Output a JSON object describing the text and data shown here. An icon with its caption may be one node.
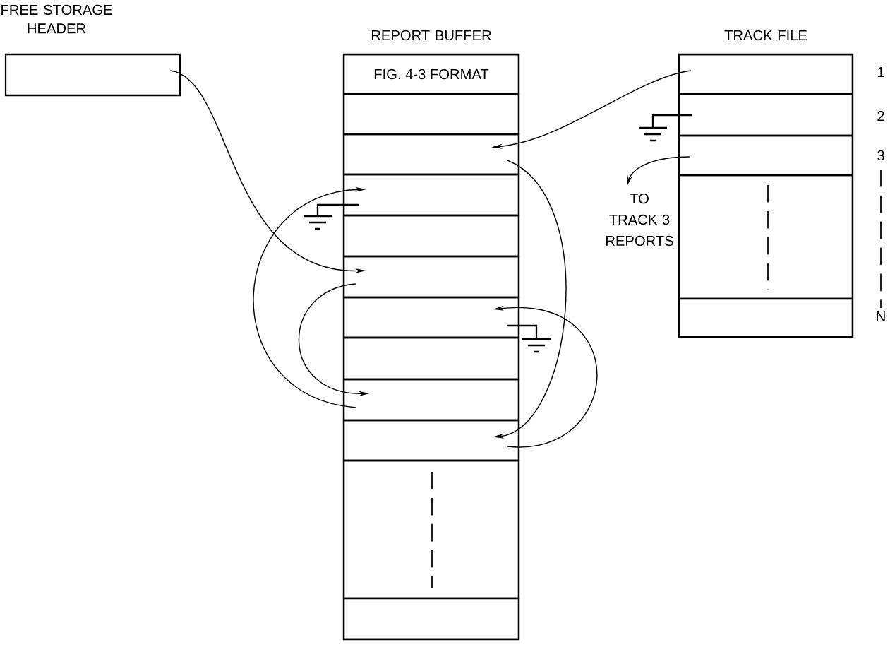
{
  "diagram": {
    "nodes": [
      {
        "text": [
          "FREE STORAGE HEADER"
        ]
      },
      {
        "text": [
          "REPORT BUFFER"
        ]
      },
      {
        "text": [
          "FIG. 4-3 FORMAT"
        ],
        "in": 1
      },
      {
        "text": [],
        "shape": "box",
        "in": 1
      },
      {
        "text": [],
        "shape": "box",
        "in": 1
      },
      {
        "text": [],
        "shape": "box",
        "in": 1
      },
      {
        "text": [],
        "shape": "box",
        "in": 1
      },
      {
        "text": [],
        "shape": "box",
        "in": 1
      },
      {
        "text": [],
        "shape": "box",
        "in": 1
      },
      {
        "text": [],
        "shape": "box",
        "in": 1
      },
      {
        "text": [],
        "shape": "box",
        "in": 1
      },
      {
        "text": [],
        "shape": "box",
        "in": 1
      },
      {
        "text": [],
        "shape": "box",
        "in": 1
      },
      {
        "text": [],
        "shape": "box",
        "in": 1
      },
      {
        "text": [
          "TRACK FILE"
        ]
      },
      {
        "text": [],
        "shape": "box",
        "in": 14,
        "beside": [
          "1"
        ]
      },
      {
        "text": [],
        "shape": "box",
        "in": 14,
        "beside": [
          "2"
        ]
      },
      {
        "text": [],
        "shape": "box",
        "in": 14,
        "beside": [
          "3"
        ]
      },
      {
        "text": [],
        "shape": "box",
        "in": 14
      },
      {
        "text": [],
        "shape": "box",
        "in": 14,
        "beside": [
          "N"
        ]
      },
      {
        "text": [
          "TO TRACK 3 REPORTS"
        ]
      }
    ],
    "edges": [
      {
        "from": 0,
        "to": 7,
        "arrow": "to"
      },
      {
        "from": 15,
        "to": 4,
        "arrow": "to"
      },
      {
        "from": 4,
        "to": 11,
        "arrow": "to"
      },
      {
        "from": 17,
        "to": 20,
        "arrow": "to"
      },
      {
        "from": 7,
        "to": 10,
        "arrow": "to"
      },
      {
        "from": 10,
        "to": 5,
        "arrow": "to"
      },
      {
        "from": 11,
        "to": 8,
        "arrow": "to"
      }
    ]
  }
}
